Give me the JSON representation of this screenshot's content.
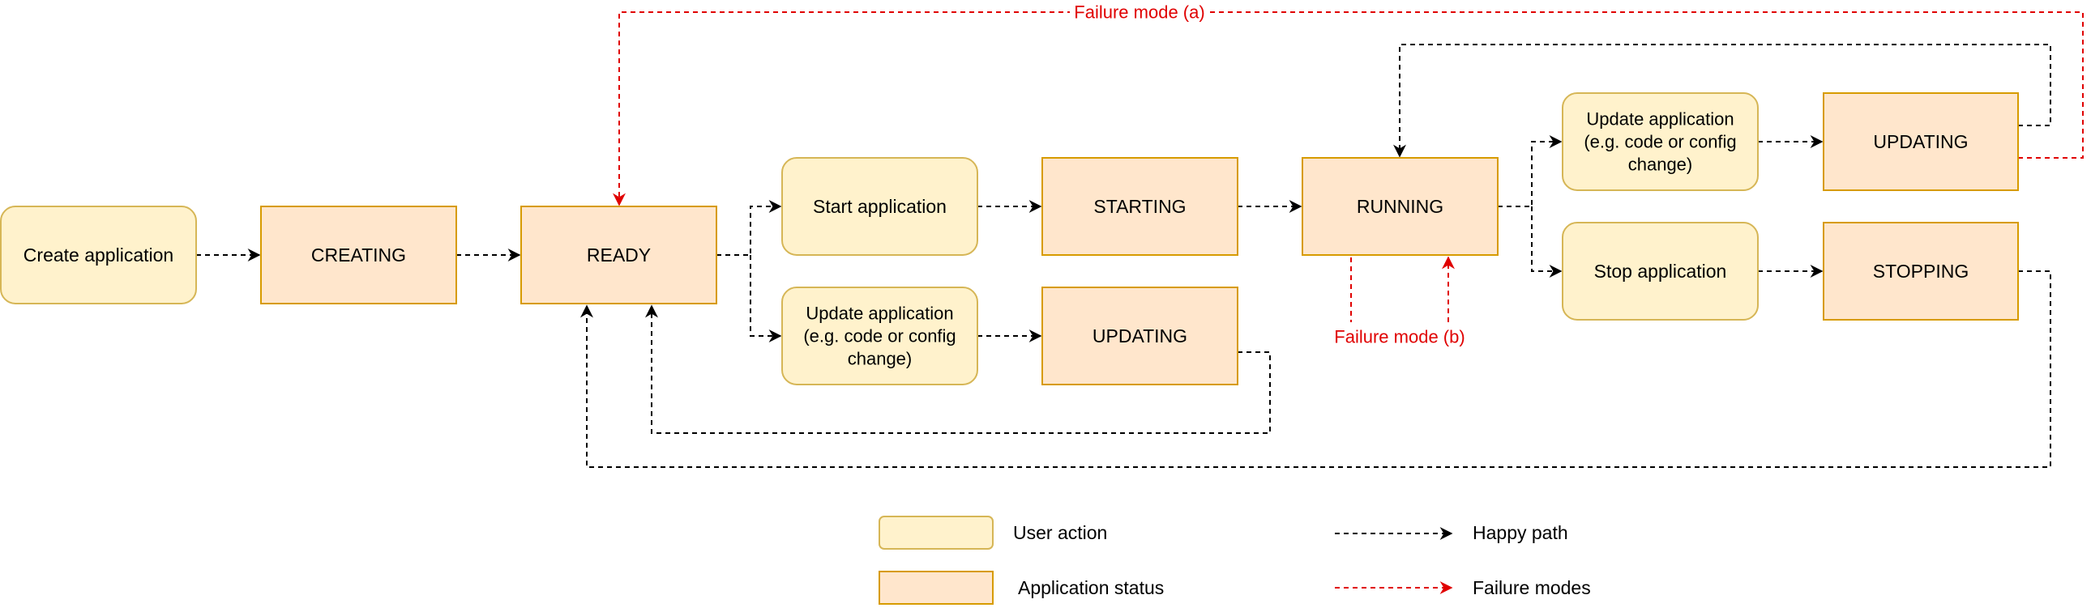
{
  "colors": {
    "action_fill": "#fff2cc",
    "action_stroke": "#d6b656",
    "status_fill": "#ffe6cc",
    "status_stroke": "#d79b00",
    "happy": "#000000",
    "failure": "#e00000"
  },
  "nodes": {
    "create_action": {
      "lines": [
        "Create application"
      ]
    },
    "creating_status": {
      "lines": [
        "CREATING"
      ]
    },
    "ready_status": {
      "lines": [
        "READY"
      ]
    },
    "start_action": {
      "lines": [
        "Start application"
      ]
    },
    "starting_status": {
      "lines": [
        "STARTING"
      ]
    },
    "running_status": {
      "lines": [
        "RUNNING"
      ]
    },
    "update_action_1": {
      "lines": [
        "Update application",
        "(e.g. code or config",
        "change)"
      ]
    },
    "updating_status_1": {
      "lines": [
        "UPDATING"
      ]
    },
    "update_action_2": {
      "lines": [
        "Update application",
        "(e.g. code or config",
        "change)"
      ]
    },
    "updating_status_2": {
      "lines": [
        "UPDATING"
      ]
    },
    "stop_action": {
      "lines": [
        "Stop application"
      ]
    },
    "stopping_status": {
      "lines": [
        "STOPPING"
      ]
    }
  },
  "failure_labels": {
    "mode_a": "Failure mode (a)",
    "mode_b": "Failure mode (b)"
  },
  "legend": {
    "user_action": "User action",
    "application_status": "Application status",
    "happy_path": "Happy path",
    "failure_modes": "Failure modes"
  }
}
